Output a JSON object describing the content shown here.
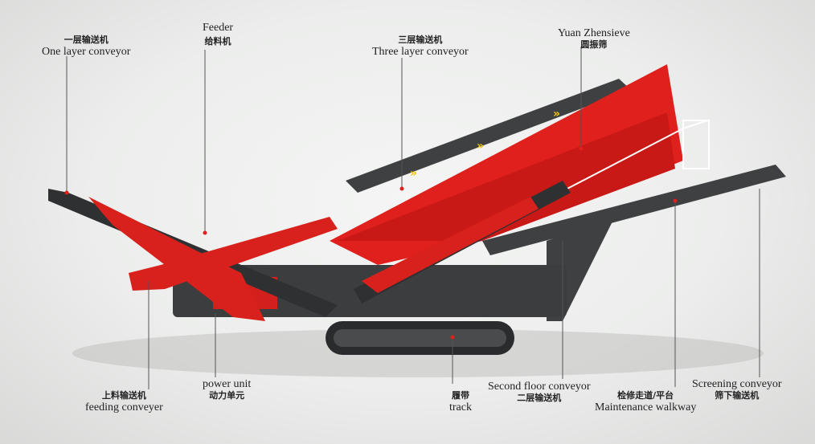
{
  "labels": {
    "one_layer": {
      "zh": "一层输送机",
      "en": "One layer conveyor"
    },
    "feeder": {
      "en": "Feeder",
      "zh": "给料机"
    },
    "three_layer": {
      "zh": "三层输送机",
      "en": "Three layer conveyor"
    },
    "sieve": {
      "en": "Yuan Zhensieve",
      "zh": "圆振筛"
    },
    "feeding": {
      "zh": "上料输送机",
      "en": "feeding conveyer"
    },
    "power": {
      "en": "power unit",
      "zh": "动力单元"
    },
    "track": {
      "zh": "履带",
      "en": "track"
    },
    "second_floor": {
      "en": "Second floor conveyor",
      "zh": "二层输送机"
    },
    "walkway": {
      "zh": "检修走道/平台",
      "en": "Maintenance walkway"
    },
    "screening": {
      "en": "Screening conveyor",
      "zh": "筛下输送机"
    }
  },
  "colors": {
    "machine_red": "#e0201c",
    "machine_dark": "#3b3d3f",
    "accent_yellow": "#f2c400"
  }
}
